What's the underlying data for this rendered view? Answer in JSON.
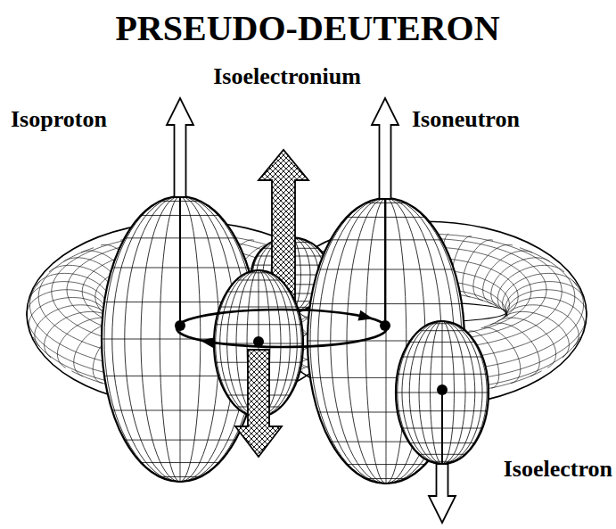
{
  "diagram": {
    "title": "PRSEUDO-DEUTERON",
    "labels": [
      "Isoelectronium",
      "Isoproton",
      "Isoneutron",
      "Isoelectron"
    ]
  }
}
